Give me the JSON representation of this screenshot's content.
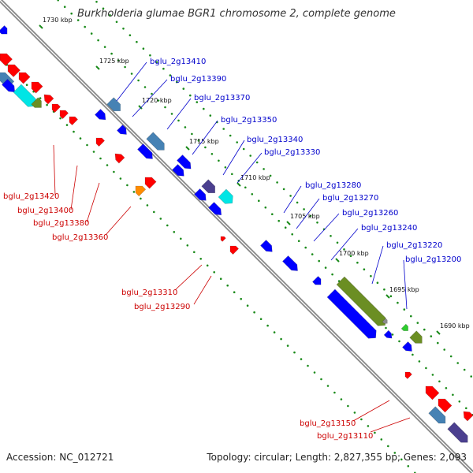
{
  "title": "Burkholderia glumae BGR1 chromosome 2, complete genome",
  "footer": {
    "accession": "Accession: NC_012721",
    "summary": "Topology: circular; Length: 2,827,355 bp; Genes: 2,093"
  },
  "scale_labels": [
    "1730 kbp",
    "1725 kbp",
    "1720 kbp",
    "1715 kbp",
    "1710 kbp",
    "1705 kbp",
    "1700 kbp",
    "1695 kbp",
    "1690 kbp"
  ],
  "forward_labels": [
    "bglu_2g13410",
    "bglu_2g13390",
    "bglu_2g13370",
    "bglu_2g13350",
    "bglu_2g13340",
    "bglu_2g13330",
    "bglu_2g13280",
    "bglu_2g13270",
    "bglu_2g13260",
    "bglu_2g13240",
    "bglu_2g13220",
    "bglu_2g13200"
  ],
  "reverse_labels": [
    "bglu_2g13420",
    "bglu_2g13400",
    "bglu_2g13380",
    "bglu_2g13360",
    "bglu_2g13310",
    "bglu_2g13290",
    "bglu_2g13150",
    "bglu_2g13110"
  ],
  "colors": {
    "backbone": "#8c8c8c",
    "forward_cds": "#0000ff",
    "reverse_cds": "#ff0000",
    "steel": "#4682b4",
    "cyan": "#00e5e5",
    "olive": "#6b8e23",
    "orange": "#ff8c00",
    "green": "#2ecc2e",
    "slate": "#4b3f8f",
    "scale": "#1a8a1a",
    "forward_label": "#0000cc",
    "reverse_label": "#cc0000"
  }
}
